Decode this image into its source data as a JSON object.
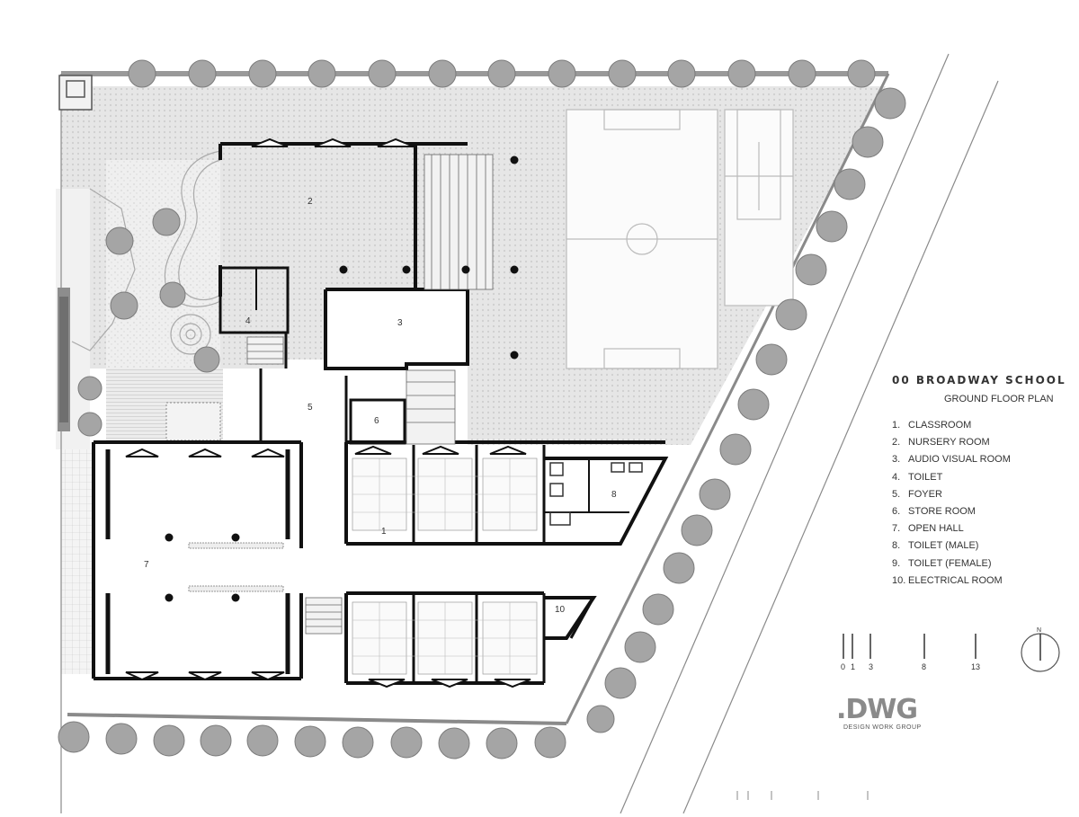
{
  "title": "00 BROADWAY SCHOOL",
  "subtitle": "GROUND FLOOR PLAN",
  "legend": [
    {
      "num": "1.",
      "label": "CLASSROOM"
    },
    {
      "num": "2.",
      "label": "NURSERY ROOM"
    },
    {
      "num": "3.",
      "label": "AUDIO VISUAL ROOM"
    },
    {
      "num": "4.",
      "label": "TOILET"
    },
    {
      "num": "5.",
      "label": "FOYER"
    },
    {
      "num": "6.",
      "label": "STORE ROOM"
    },
    {
      "num": "7.",
      "label": "OPEN HALL"
    },
    {
      "num": "8.",
      "label": "TOILET (MALE)"
    },
    {
      "num": "9.",
      "label": "TOILET (FEMALE)"
    },
    {
      "num": "10.",
      "label": "ELECTRICAL ROOM"
    }
  ],
  "room_labels": {
    "r1": "1",
    "r2": "2",
    "r3": "3",
    "r4": "4",
    "r5": "5",
    "r6": "6",
    "r7": "7",
    "r8": "8",
    "r10": "10"
  },
  "north_label": "N",
  "scale_bar": [
    "0",
    "1",
    "3",
    "8",
    "13"
  ],
  "logo": {
    "mark": ".DWG",
    "text": "DESIGN WORK GROUP"
  },
  "colors": {
    "wall": "#111111",
    "paving": "#e4e4e4",
    "tree": "#9a9a9a",
    "boundary": "#8a8a8a"
  }
}
